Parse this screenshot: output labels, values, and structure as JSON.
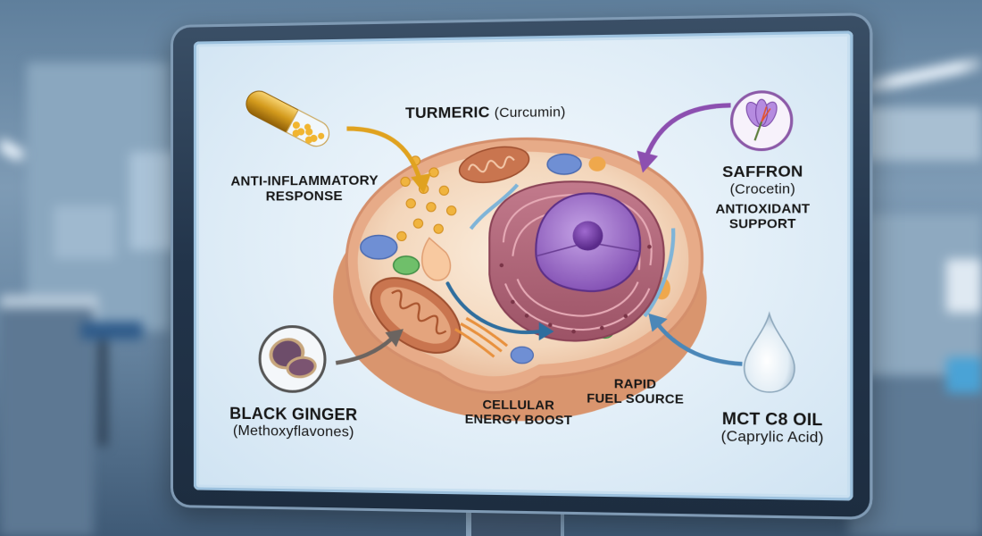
{
  "scene": {
    "description": "Monitor in blurred laboratory displaying cell diagram of ingredient effects"
  },
  "diagram": {
    "title": "",
    "center": "Cell",
    "ingredients": [
      {
        "id": "turmeric",
        "name": "TURMERIC",
        "compound": "(Curcumin)",
        "effect_line1": "ANTI-INFLAMMATORY",
        "effect_line2": "RESPONSE",
        "icon": "capsule-icon",
        "arrow_color": "#e0a21f"
      },
      {
        "id": "saffron",
        "name": "SAFFRON",
        "compound": "(Crocetin)",
        "effect_line1": "ANTIOXIDANT",
        "effect_line2": "SUPPORT",
        "icon": "saffron-flower-icon",
        "arrow_color": "#8c4fb0"
      },
      {
        "id": "black_ginger",
        "name": "BLACK GINGER",
        "compound": "(Methoxyflavones)",
        "effect_line1": "CELLULAR",
        "effect_line2": "ENERGY BOOST",
        "icon": "black-ginger-icon",
        "arrow_color": "#6b6460"
      },
      {
        "id": "mct_c8",
        "name": "MCT C8 OIL",
        "compound": "(Caprylic Acid)",
        "effect_line1": "RAPID",
        "effect_line2": "FUEL SOURCE",
        "icon": "oil-drop-icon",
        "arrow_color": "#4b87b8"
      }
    ],
    "internal_arrow_color": "#2f6e9e"
  },
  "colors": {
    "cell_membrane": "#e3a98a",
    "cytoplasm": "#f6dcc1",
    "nucleus": "#9c6fc8",
    "nucleolus": "#6f3f9e",
    "er": "#b56a7c",
    "mitochondria": "#b7613f"
  }
}
